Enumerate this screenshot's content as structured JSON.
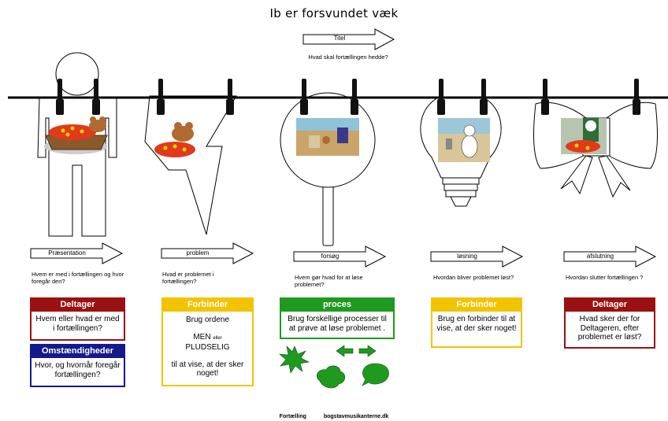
{
  "title": "Ib er forsvundet væk",
  "titel_arrow": {
    "label": "Titel",
    "question": "Hvad skal fortællingen hedde?"
  },
  "stages": [
    {
      "label": "Præsentation",
      "question": "Hvem er med i fortællingen og hvor foregår den?"
    },
    {
      "label": "problem",
      "question": "Hvad er problemet i fortællingen?"
    },
    {
      "label": "forsøg",
      "question": "Hvem gør hvad for at løse problemet?"
    },
    {
      "label": "løsning",
      "question": "Hvordan bliver problemet løst?"
    },
    {
      "label": "afslutning",
      "question": "Hvordan slutter fortællingen ?"
    }
  ],
  "boxes": {
    "deltager1": {
      "header": "Deltager",
      "body": "Hvem eller hvad er med i fortællingen?"
    },
    "omstaendigheder": {
      "header": "Omstændigheder",
      "body": "Hvor, og hvornår foregår fortællingen?"
    },
    "forbinder1": {
      "header": "Forbinder",
      "line1": "Brug ordene",
      "men": "MEN",
      "eller": "eller",
      "pludselig": "PLUDSELIG",
      "line2": "til at vise, at der sker noget!"
    },
    "proces": {
      "header": "proces",
      "body": "Brug forskellige processer til at prøve at løse problemet ."
    },
    "forbinder2": {
      "header": "Forbinder",
      "body": "Brug en forbinder til at vise, at der sker noget!"
    },
    "deltager2": {
      "header": "Deltager",
      "body": "Hvad sker der for Deltageren, efter problemet er løst?"
    }
  },
  "colors": {
    "red": "#9b1010",
    "navy": "#141a8c",
    "gold": "#f2c300",
    "green": "#1f9a1f"
  },
  "footer": {
    "left": "Fortælling",
    "right": "bogstavmusikanterne.dk"
  }
}
